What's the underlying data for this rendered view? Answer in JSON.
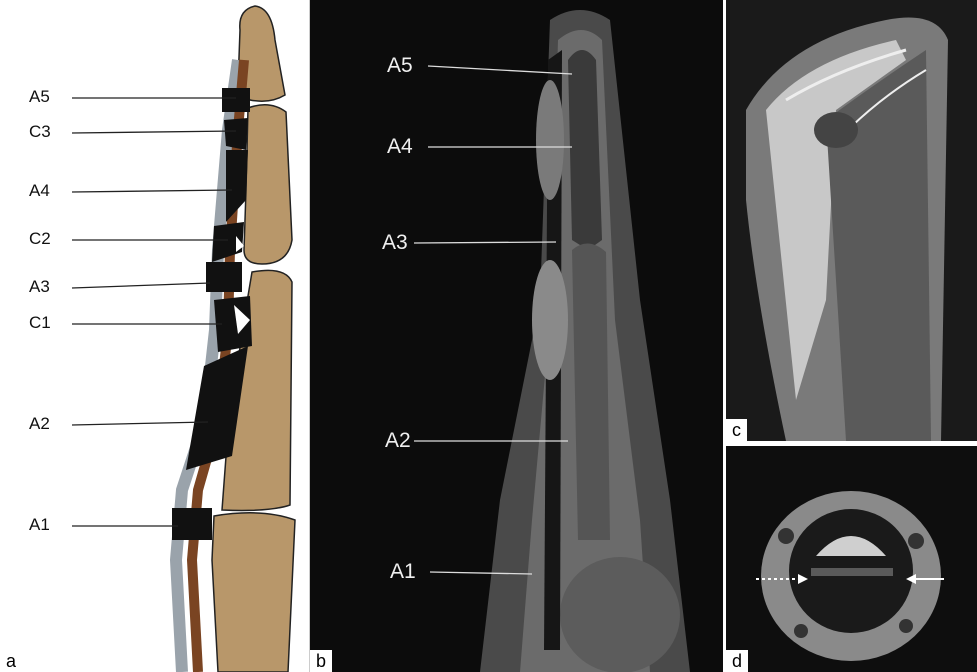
{
  "panels": {
    "a": {
      "tag": "a",
      "labels": [
        "A5",
        "C3",
        "A4",
        "C2",
        "A3",
        "C1",
        "A2",
        "A1"
      ],
      "colors": {
        "bone": "#b8976a",
        "pulley_black": "#111111",
        "tendon_brown": "#7a4422",
        "tendon_gray": "#9aa3ab"
      }
    },
    "b": {
      "tag": "b",
      "labels": [
        "A5",
        "A4",
        "A3",
        "A2",
        "A1"
      ]
    },
    "c": {
      "tag": "c"
    },
    "d": {
      "tag": "d",
      "arrows": [
        "dotted-arrow-icon",
        "solid-arrow-icon"
      ]
    }
  }
}
